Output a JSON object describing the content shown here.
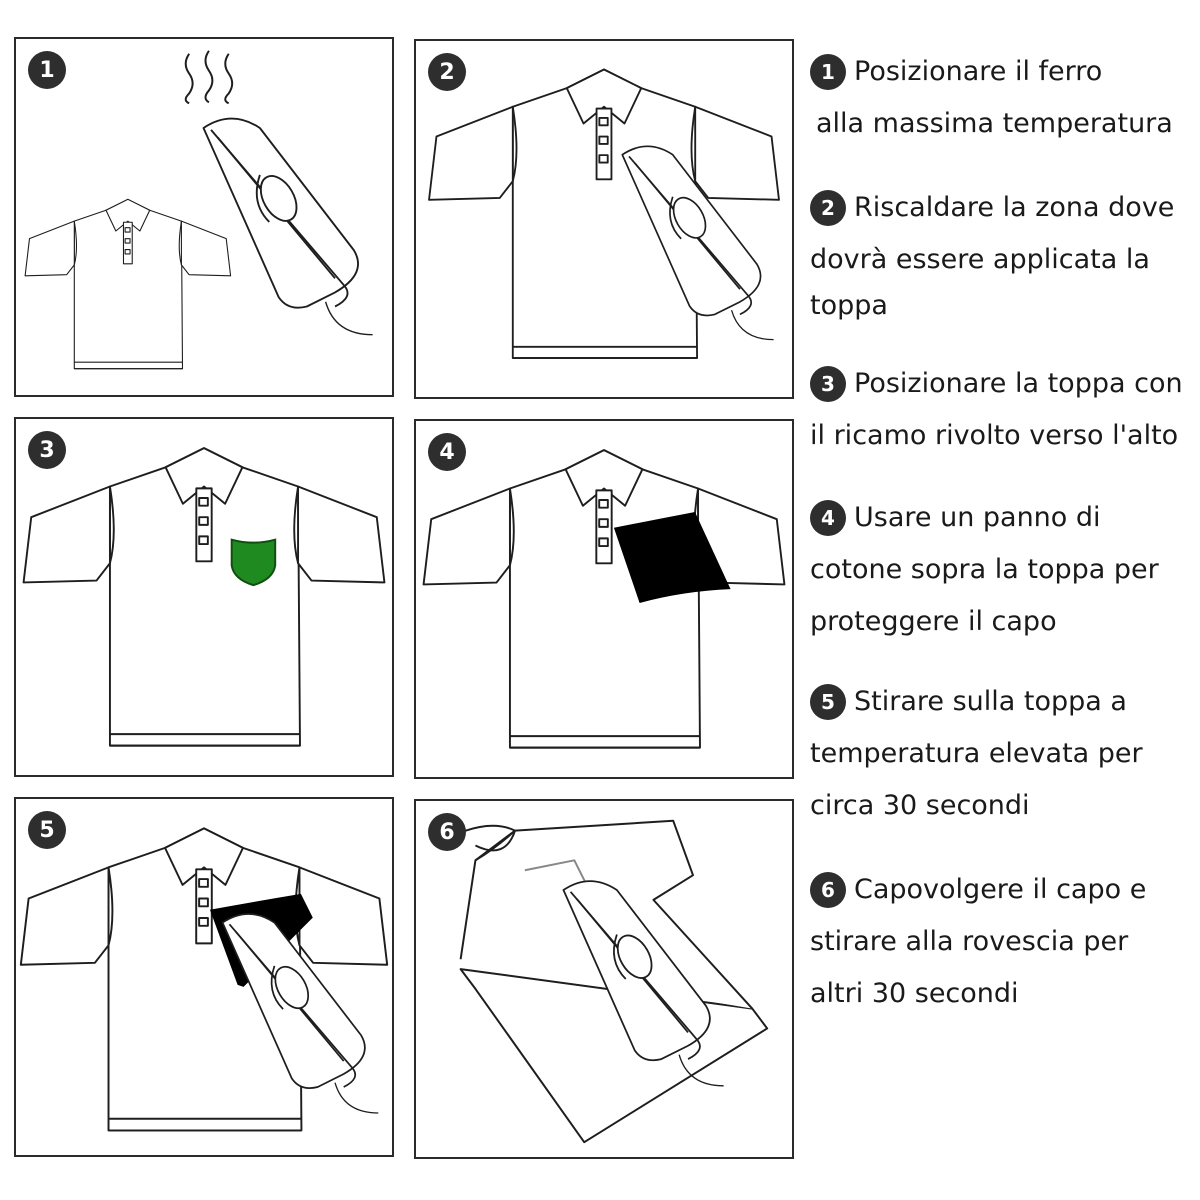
{
  "colors": {
    "ink": "#1e1e1e",
    "badge": "#2e2e2e",
    "patch_green": "#1f8a1f",
    "cloth_black": "#000000"
  },
  "panels": [
    {
      "number": "1",
      "illustration": "shirt-with-hot-iron"
    },
    {
      "number": "2",
      "illustration": "iron-heating-shirt"
    },
    {
      "number": "3",
      "illustration": "shirt-with-green-patch"
    },
    {
      "number": "4",
      "illustration": "cloth-over-patch"
    },
    {
      "number": "5",
      "illustration": "ironing-over-cloth"
    },
    {
      "number": "6",
      "illustration": "ironing-reverse-side"
    }
  ],
  "steps": [
    {
      "number": "1",
      "lines": [
        "Posizionare il ferro",
        "alla massima temperatura"
      ]
    },
    {
      "number": "2",
      "lines": [
        "Riscaldare la zona dove",
        "dovrà essere applicata la",
        "toppa"
      ]
    },
    {
      "number": "3",
      "lines": [
        "Posizionare la toppa con",
        "il ricamo rivolto verso l'alto"
      ]
    },
    {
      "number": "4",
      "lines": [
        "Usare un panno di",
        "cotone sopra la toppa per",
        "proteggere il capo"
      ]
    },
    {
      "number": "5",
      "lines": [
        "Stirare sulla toppa a",
        "temperatura elevata per",
        "circa 30 secondi"
      ]
    },
    {
      "number": "6",
      "lines": [
        "Capovolgere il capo e",
        "stirare alla rovescia per",
        "altri 30 secondi"
      ]
    }
  ]
}
